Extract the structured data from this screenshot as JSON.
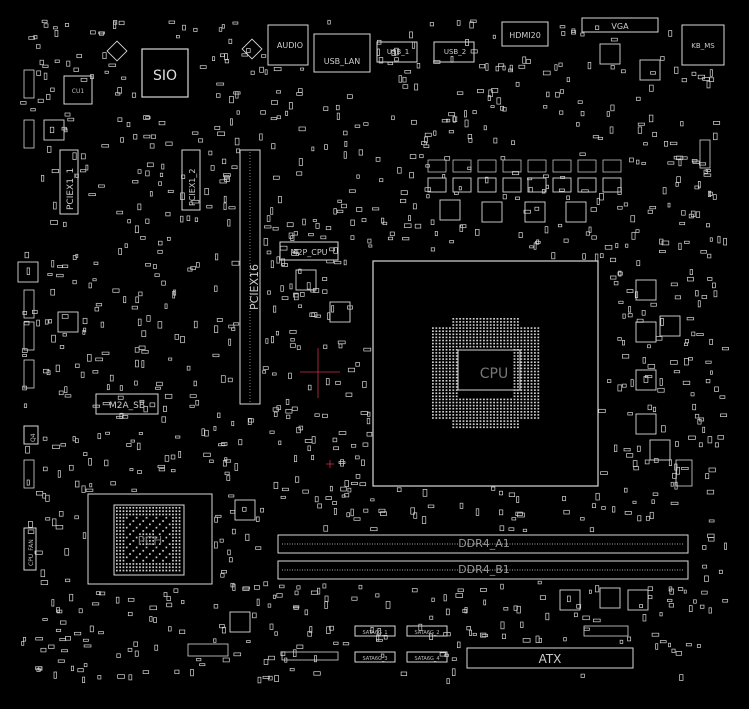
{
  "labels": {
    "sio": "SIO",
    "audio": "AUDIO",
    "usb_lan": "USB_LAN",
    "usb_1": "USB_1",
    "usb_2": "USB_2",
    "hdmi20": "HDMI20",
    "vga": "VGA",
    "kb_ms": "KB_MS",
    "cu1": "CU1",
    "pciex1_a": "PCIEX1_1",
    "pciex1_b": "PCIEX1_2",
    "pciex16": "PCIEX16",
    "m2p_cpu": "M2P_CPU",
    "m2a_sb": "M2A_SB",
    "cpu_socket": "CPU",
    "pch": "PCH",
    "ddr4_a1": "DDR4_A1",
    "ddr4_b1": "DDR4_B1",
    "atx": "ATX",
    "sata_1": "SATA6G_1",
    "sata_2": "SATA6G_2",
    "sata_3": "SATA6G_3",
    "sata_4": "SATA6G_4",
    "cpu_fan": "CPU_FAN",
    "q4": "Q4"
  },
  "colors": {
    "background": "#000000",
    "outline": "#d8d8d8",
    "dim": "#9a9a9a",
    "marker": "#c8304a"
  }
}
